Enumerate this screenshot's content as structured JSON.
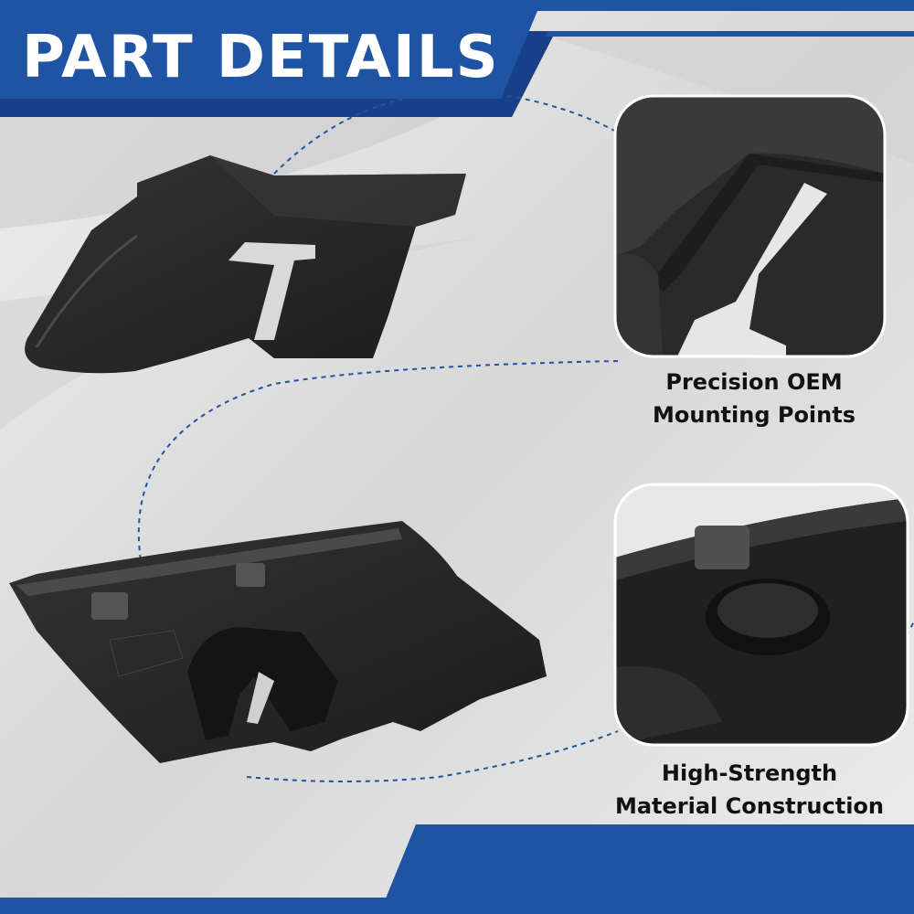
{
  "header": {
    "title": "PART DETAILS"
  },
  "callouts": [
    {
      "line1": "Precision OEM",
      "line2": "Mounting Points"
    },
    {
      "line1": "High-Strength",
      "line2": "Material Construction"
    }
  ],
  "colors": {
    "banner_blue": "#1f53a3",
    "banner_dark": "#153f85",
    "part_black": "#262626",
    "background_grey": "#dcdcdc",
    "dashed_line": "#1f53a3"
  }
}
